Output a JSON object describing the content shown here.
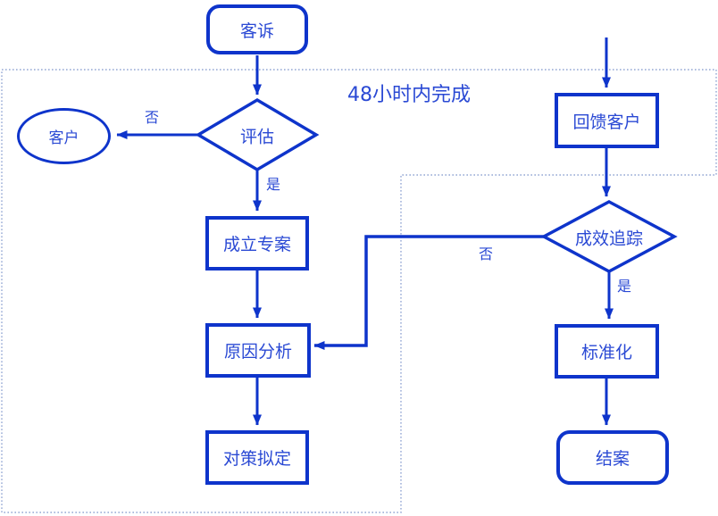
{
  "diagram": {
    "title": "48小时内完成",
    "nodes": {
      "complaint": {
        "label": "客诉",
        "type": "terminator"
      },
      "evaluate": {
        "label": "评估",
        "type": "decision"
      },
      "customer": {
        "label": "客户",
        "type": "ellipse"
      },
      "project": {
        "label": "成立专案",
        "type": "process"
      },
      "analysis": {
        "label": "原因分析",
        "type": "process"
      },
      "countermeasure": {
        "label": "对策拟定",
        "type": "process"
      },
      "feedback": {
        "label": "回馈客户",
        "type": "process"
      },
      "tracking": {
        "label": "成效追踪",
        "type": "decision"
      },
      "standardize": {
        "label": "标准化",
        "type": "process"
      },
      "close": {
        "label": "结案",
        "type": "terminator"
      }
    },
    "edge_labels": {
      "evaluate_no": "否",
      "evaluate_yes": "是",
      "tracking_no": "否",
      "tracking_yes": "是"
    },
    "colors": {
      "line": "#0e34cb",
      "text": "#2a49d4",
      "dotted_boundary": "#93a7d4",
      "background": "#ffffff"
    }
  }
}
